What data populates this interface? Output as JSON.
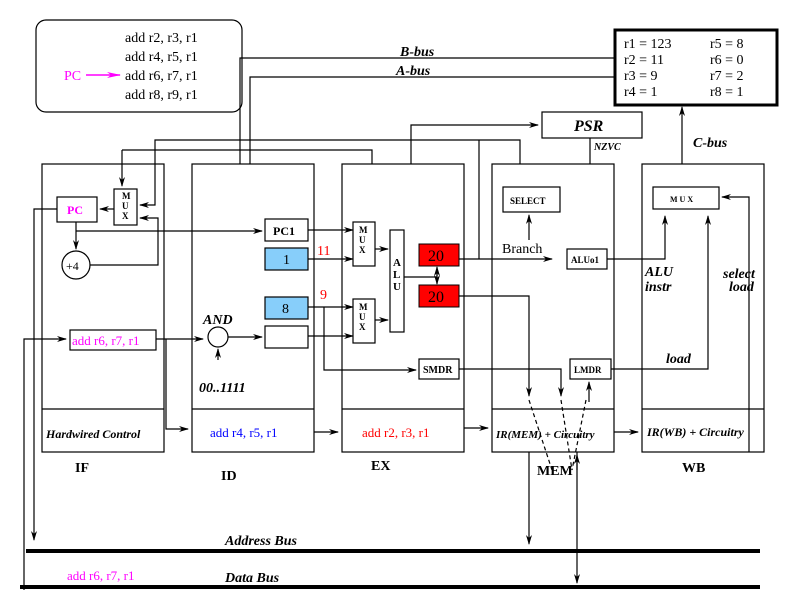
{
  "program": {
    "pc_label": "PC",
    "instructions": [
      "add r2, r3, r1",
      "add r4, r5, r1",
      "add r6, r7, r1",
      "add r8, r9, r1"
    ],
    "pc_index": 2
  },
  "registers": [
    {
      "label": "r1 = 123"
    },
    {
      "label": "r2 = 11"
    },
    {
      "label": "r3 = 9"
    },
    {
      "label": "r4 = 1"
    },
    {
      "label": "r5 = 8"
    },
    {
      "label": "r6 = 0"
    },
    {
      "label": "r7 = 2"
    },
    {
      "label": "r8 = 1"
    }
  ],
  "buses": {
    "b_bus": "B-bus",
    "a_bus": "A-bus",
    "c_bus": "C-bus",
    "address_bus": "Address Bus",
    "data_bus": "Data Bus",
    "data_bus_value": "add r6, r7, r1"
  },
  "psr": {
    "label": "PSR",
    "flags": "NZVC"
  },
  "stages": {
    "if": {
      "name": "IF",
      "pc": "PC",
      "mux": "MUX",
      "adder": "+4",
      "ir": "add r6, r7, r1",
      "control": "Hardwired Control"
    },
    "id": {
      "name": "ID",
      "pc1": "PC1",
      "reg_a": "1",
      "reg_b": "8",
      "and_label": "AND",
      "mask": "00..1111",
      "ir": "add r4, r5, r1",
      "annotation_a": "11",
      "annotation_b": "9"
    },
    "ex": {
      "name": "EX",
      "mux_top": "MUX",
      "mux_bottom": "MUX",
      "alu": "ALU",
      "result_top": "20",
      "result_bottom": "20",
      "smdr": "SMDR",
      "ir": "add r2, r3, r1"
    },
    "mem": {
      "name": "MEM",
      "select": "SELECT",
      "branch": "Branch",
      "aluo1": "ALUo1",
      "lmdr": "LMDR",
      "ir": "IR(MEM) + Circuitry"
    },
    "wb": {
      "name": "WB",
      "mux": "MUX",
      "alu_instr_1": "ALU",
      "alu_instr_2": "instr",
      "select_load_1": "select",
      "select_load_2": "load",
      "load": "load",
      "ir": "IR(WB) + Circuitry"
    }
  },
  "colors": {
    "pc_magenta": "#ff00ff",
    "id_ir_blue": "#0000ff",
    "ex_ir_red": "#ff0000",
    "register_fill": "#87cefa",
    "result_fill": "#ff0000",
    "annotation_red": "#ff0000"
  }
}
